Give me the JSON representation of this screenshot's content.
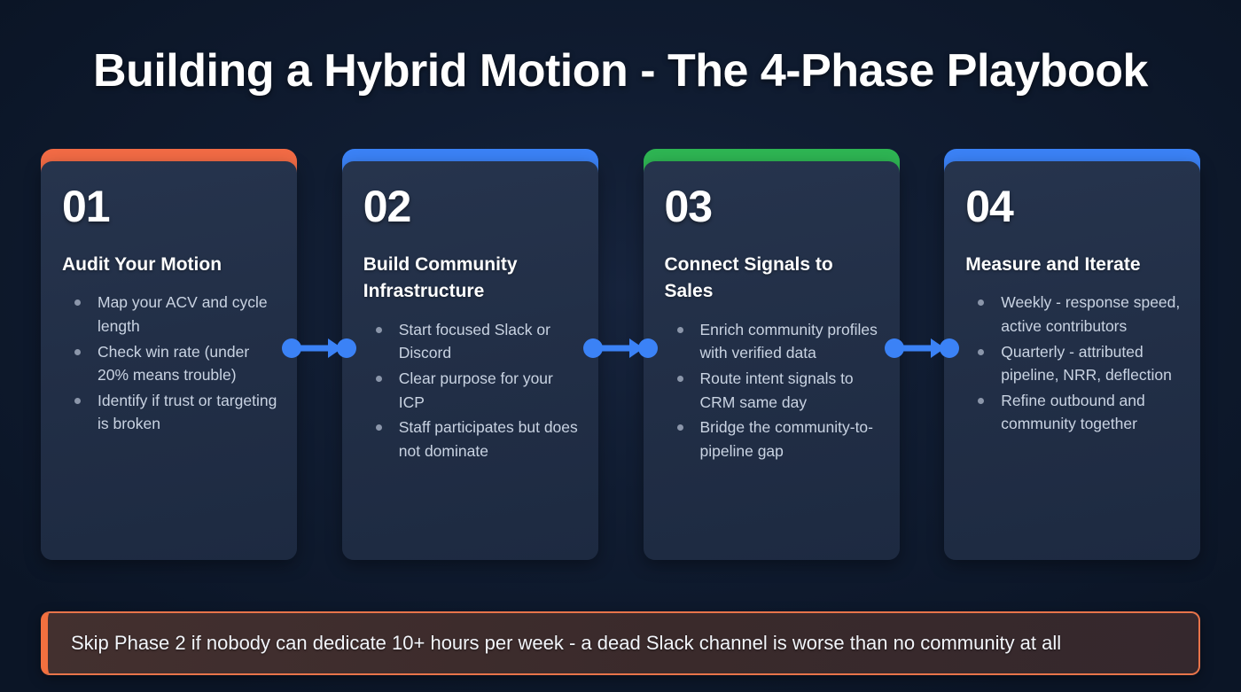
{
  "title": "Building a Hybrid Motion - The 4-Phase Playbook",
  "colors": {
    "background": "#0b1526",
    "card_body": "#23314a",
    "accent_orange": "#f26b45",
    "accent_blue": "#3b82f6",
    "accent_green": "#2eb553",
    "bullet": "#8b96aa",
    "body_text": "#c9d3e2",
    "banner_border": "#e8744a",
    "banner_fill": "#3b2a2a"
  },
  "cards": [
    {
      "number": "01",
      "heading": "Audit Your Motion",
      "accent": "#f26b45",
      "bullets": [
        "Map your ACV and cycle length",
        "Check win rate (under 20% means trouble)",
        "Identify if trust or targeting is broken"
      ]
    },
    {
      "number": "02",
      "heading": "Build Community Infrastructure",
      "accent": "#3b82f6",
      "bullets": [
        "Start focused Slack or Discord",
        "Clear purpose for your ICP",
        "Staff participates but does not dominate"
      ]
    },
    {
      "number": "03",
      "heading": "Connect Signals to Sales",
      "accent": "#2eb553",
      "bullets": [
        "Enrich community profiles with verified data",
        "Route intent signals to CRM same day",
        "Bridge the community-to-pipeline gap"
      ]
    },
    {
      "number": "04",
      "heading": "Measure and Iterate",
      "accent": "#3b82f6",
      "bullets": [
        "Weekly - response speed, active contributors",
        "Quarterly - attributed pipeline, NRR, deflection",
        "Refine outbound and community together"
      ]
    }
  ],
  "connectors": [
    {
      "name": "arrow-right-icon"
    },
    {
      "name": "arrow-right-icon"
    },
    {
      "name": "arrow-right-icon"
    }
  ],
  "callout": {
    "text": "Skip Phase 2 if nobody can dedicate 10+ hours per week - a dead Slack channel is worse than no community at all"
  }
}
